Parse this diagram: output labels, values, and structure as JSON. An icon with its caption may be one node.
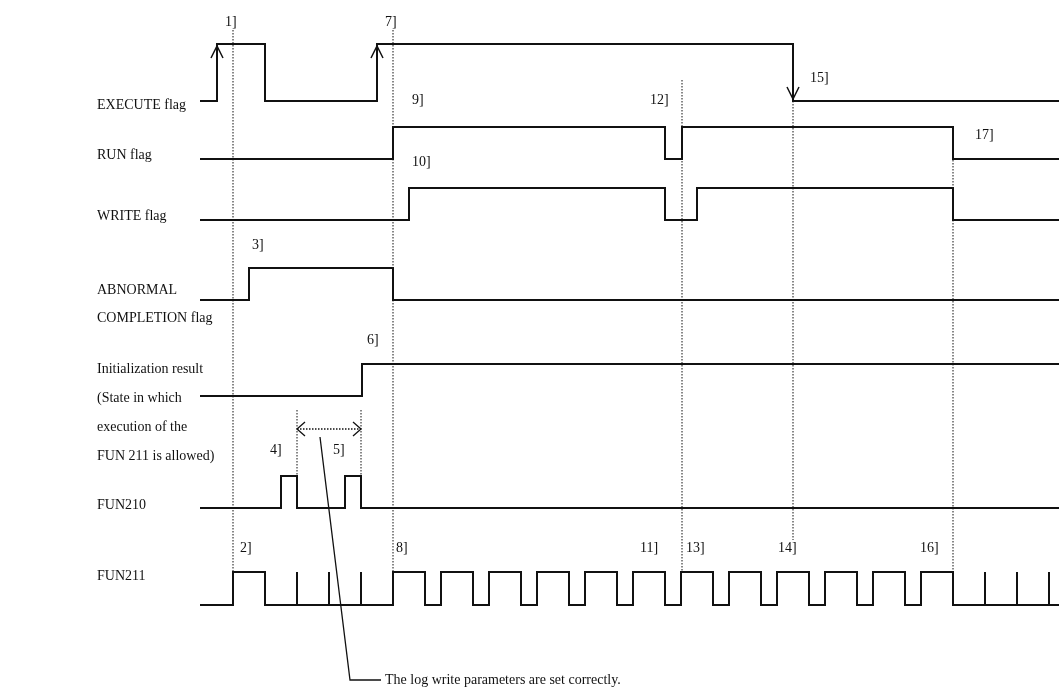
{
  "diagram": {
    "nodes": [
      {
        "text": [
          "The log write parameters are set correctly."
        ]
      },
      {
        "text": [],
        "shape": "arrow"
      }
    ],
    "edges": [
      {
        "from": 0,
        "to": 1,
        "arrow": "none"
      }
    ],
    "labels": [
      "1]",
      "7]",
      "15]",
      "EXECUTE flag",
      "9]",
      "12]",
      "RUN flag",
      "17]",
      "10]",
      "WRITE flag",
      "3]",
      "ABNORMAL COMPLETION flag",
      "6]",
      "Initialization result (State in which execution of the FUN 211 is allowed)",
      "4]",
      "5]",
      "FUN210",
      "2]",
      "8]",
      "11]",
      "13]",
      "14]",
      "16]",
      "FUN211"
    ]
  }
}
